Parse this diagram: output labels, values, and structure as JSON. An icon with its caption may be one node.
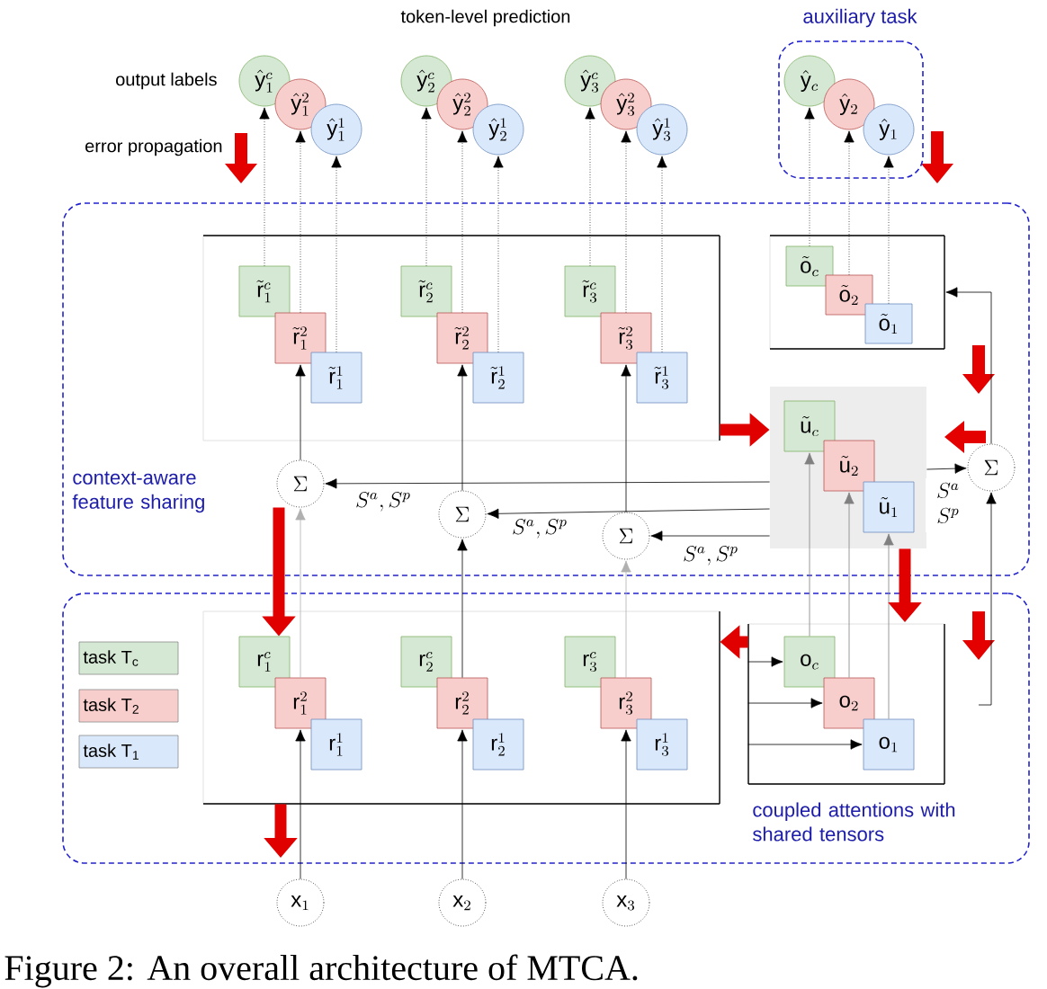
{
  "diagram": {
    "caption": "Figure 2: An overall architecture of MTCA.",
    "nodes": [
      {
        "text": [
          "auxiliary task"
        ]
      },
      {
        "text": [
          "\\hat{\\mathrm{y}}_{c}"
        ],
        "in": 0
      },
      {
        "text": [
          "\\hat{\\mathrm{y}}_{2}"
        ],
        "in": 0
      },
      {
        "text": [
          "\\hat{\\mathrm{y}}_{1}"
        ],
        "in": 0
      },
      {
        "text": [
          "\\hat{\\mathrm{y}}^{c}_{1}"
        ]
      },
      {
        "text": [
          "\\hat{\\mathrm{y}}^{2}_{1}"
        ]
      },
      {
        "text": [
          "\\hat{\\mathrm{y}}^{1}_{1}"
        ]
      },
      {
        "text": [
          "\\hat{\\mathrm{y}}^{c}_{2}"
        ]
      },
      {
        "text": [
          "\\hat{\\mathrm{y}}^{2}_{2}"
        ]
      },
      {
        "text": [
          "\\hat{\\mathrm{y}}^{1}_{2}"
        ]
      },
      {
        "text": [
          "\\hat{\\mathrm{y}}^{c}_{3}"
        ]
      },
      {
        "text": [
          "\\hat{\\mathrm{y}}^{2}_{3}"
        ]
      },
      {
        "text": [
          "\\hat{\\mathrm{y}}^{1}_{3}"
        ]
      },
      {
        "text": [
          "context-aware feature sharing"
        ]
      },
      {
        "text": [],
        "shape": "box",
        "in": 13
      },
      {
        "text": [
          "\\tilde{\\mathrm{r}}^{c}_{1}"
        ],
        "in": 14
      },
      {
        "text": [
          "\\tilde{\\mathrm{r}}^{2}_{1}"
        ],
        "in": 14
      },
      {
        "text": [
          "\\tilde{\\mathrm{r}}^{1}_{1}"
        ],
        "in": 14
      },
      {
        "text": [
          "\\tilde{\\mathrm{r}}^{c}_{2}"
        ],
        "in": 14
      },
      {
        "text": [
          "\\tilde{\\mathrm{r}}^{2}_{2}"
        ],
        "in": 14
      },
      {
        "text": [
          "\\tilde{\\mathrm{r}}^{1}_{2}"
        ],
        "in": 14
      },
      {
        "text": [
          "\\tilde{\\mathrm{r}}^{c}_{3}"
        ],
        "in": 14
      },
      {
        "text": [
          "\\tilde{\\mathrm{r}}^{2}_{3}"
        ],
        "in": 14
      },
      {
        "text": [
          "\\tilde{\\mathrm{r}}^{1}_{3}"
        ],
        "in": 14
      },
      {
        "text": [],
        "shape": "box",
        "in": 13
      },
      {
        "text": [
          "\\tilde{\\mathrm{o}}_{c}"
        ],
        "in": 24
      },
      {
        "text": [
          "\\tilde{\\mathrm{o}}_{2}"
        ],
        "in": 24
      },
      {
        "text": [
          "\\tilde{\\mathrm{o}}_{1}"
        ],
        "in": 24
      },
      {
        "text": [],
        "shape": "box",
        "in": 13
      },
      {
        "text": [
          "\\tilde{\\mathrm{u}}_{c}"
        ],
        "in": 28
      },
      {
        "text": [
          "\\tilde{\\mathrm{u}}_{2}"
        ],
        "in": 28
      },
      {
        "text": [
          "\\tilde{\\mathrm{u}}_{1}"
        ],
        "in": 28
      },
      {
        "text": [
          "\\Sigma"
        ],
        "in": 13
      },
      {
        "text": [
          "\\Sigma"
        ],
        "in": 13
      },
      {
        "text": [
          "\\Sigma"
        ],
        "in": 13
      },
      {
        "text": [
          "\\Sigma"
        ],
        "in": 13
      },
      {
        "text": [
          "coupled attentions with shared tensors"
        ]
      },
      {
        "text": [],
        "shape": "box",
        "in": 36
      },
      {
        "text": [
          "\\mathrm{r}^{c}_{1}"
        ],
        "in": 37
      },
      {
        "text": [
          "\\mathrm{r}^{2}_{1}"
        ],
        "in": 37
      },
      {
        "text": [
          "\\mathrm{r}^{1}_{1}"
        ],
        "in": 37
      },
      {
        "text": [
          "\\mathrm{r}^{c}_{2}"
        ],
        "in": 37
      },
      {
        "text": [
          "\\mathrm{r}^{2}_{2}"
        ],
        "in": 37
      },
      {
        "text": [
          "\\mathrm{r}^{1}_{2}"
        ],
        "in": 37
      },
      {
        "text": [
          "\\mathrm{r}^{c}_{3}"
        ],
        "in": 37
      },
      {
        "text": [
          "\\mathrm{r}^{2}_{3}"
        ],
        "in": 37
      },
      {
        "text": [
          "\\mathrm{r}^{1}_{3}"
        ],
        "in": 37
      },
      {
        "text": [],
        "shape": "box",
        "in": 36
      },
      {
        "text": [
          "\\mathrm{o}_{c}"
        ],
        "in": 47
      },
      {
        "text": [
          "\\mathrm{o}_{2}"
        ],
        "in": 47
      },
      {
        "text": [
          "\\mathrm{o}_{1}"
        ],
        "in": 47
      },
      {
        "text": [
          "\\mathrm{x}_{1}"
        ]
      },
      {
        "text": [
          "\\mathrm{x}_{2}"
        ]
      },
      {
        "text": [
          "\\mathrm{x}_{3}"
        ]
      }
    ],
    "edges": [
      {
        "from": 15,
        "to": 4,
        "arrow": "to",
        "style": "dashed"
      },
      {
        "from": 16,
        "to": 5,
        "arrow": "to",
        "style": "dashed"
      },
      {
        "from": 17,
        "to": 6,
        "arrow": "to",
        "style": "dashed"
      },
      {
        "from": 18,
        "to": 7,
        "arrow": "to",
        "style": "dashed"
      },
      {
        "from": 19,
        "to": 8,
        "arrow": "to",
        "style": "dashed"
      },
      {
        "from": 20,
        "to": 9,
        "arrow": "to",
        "style": "dashed"
      },
      {
        "from": 21,
        "to": 10,
        "arrow": "to",
        "style": "dashed"
      },
      {
        "from": 22,
        "to": 11,
        "arrow": "to",
        "style": "dashed"
      },
      {
        "from": 23,
        "to": 12,
        "arrow": "to",
        "style": "dashed"
      },
      {
        "from": 25,
        "to": 1,
        "arrow": "to",
        "style": "dashed"
      },
      {
        "from": 26,
        "to": 2,
        "arrow": "to",
        "style": "dashed"
      },
      {
        "from": 27,
        "to": 3,
        "arrow": "to",
        "style": "dashed"
      },
      {
        "from": 28,
        "to": 32,
        "arrow": "to",
        "label": "S^{a}, S^{p}"
      },
      {
        "from": 28,
        "to": 33,
        "arrow": "to",
        "label": "S^{a}, S^{p}"
      },
      {
        "from": 28,
        "to": 34,
        "arrow": "to",
        "label": "S^{a}, S^{p}"
      },
      {
        "from": 28,
        "to": 35,
        "arrow": "to",
        "label": "\\begin{array}{c}S^{a}\\\\S^{p}\\end{array}"
      },
      {
        "from": 32,
        "to": 16,
        "arrow": "to"
      },
      {
        "from": 33,
        "to": 19,
        "arrow": "to"
      },
      {
        "from": 34,
        "to": 22,
        "arrow": "to"
      },
      {
        "from": 51,
        "to": 39,
        "arrow": "to"
      },
      {
        "from": 52,
        "to": 42,
        "arrow": "to"
      },
      {
        "from": 53,
        "to": 45,
        "arrow": "to"
      },
      {
        "from": 39,
        "to": 32,
        "arrow": "to",
        "color": "#b0b0b0"
      },
      {
        "from": 42,
        "to": 33,
        "arrow": "to"
      },
      {
        "from": 45,
        "to": 34,
        "arrow": "to",
        "color": "#b0b0b0"
      },
      {
        "from": 35,
        "to": 24,
        "arrow": "to"
      },
      {
        "from": null,
        "to": 35,
        "arrow": "to"
      },
      {
        "from": 47,
        "to": 48,
        "arrow": "to"
      },
      {
        "from": 47,
        "to": 49,
        "arrow": "to"
      },
      {
        "from": 47,
        "to": 50,
        "arrow": "to"
      },
      {
        "from": 48,
        "to": 29,
        "arrow": "to",
        "color": "#808080"
      },
      {
        "from": 49,
        "to": 30,
        "arrow": "to",
        "color": "#808080"
      },
      {
        "from": 50,
        "to": 31,
        "arrow": "to",
        "color": "#808080"
      },
      {
        "from": 14,
        "to": 28,
        "arrow": "to",
        "style": "thick",
        "color": "#e00000"
      },
      {
        "from": 32,
        "to": 38,
        "arrow": "to",
        "style": "thick",
        "color": "#e00000"
      },
      {
        "from": 28,
        "to": 47,
        "arrow": "to",
        "style": "thick",
        "color": "#e00000"
      },
      {
        "from": 47,
        "to": 37,
        "arrow": "to",
        "style": "thick",
        "color": "#e00000"
      },
      {
        "from": 37,
        "to": 51,
        "arrow": "to",
        "style": "thick",
        "color": "#e00000"
      }
    ],
    "labels": [
      "token-level prediction",
      "output labels",
      "error propagation"
    ],
    "legend": [
      {
        "text": "task T$_{c}$",
        "color": "#d5e8d4"
      },
      {
        "text": "task T$_{2}$",
        "color": "#f8cecc"
      },
      {
        "text": "task T$_{1}$",
        "color": "#dae8fc"
      }
    ]
  }
}
